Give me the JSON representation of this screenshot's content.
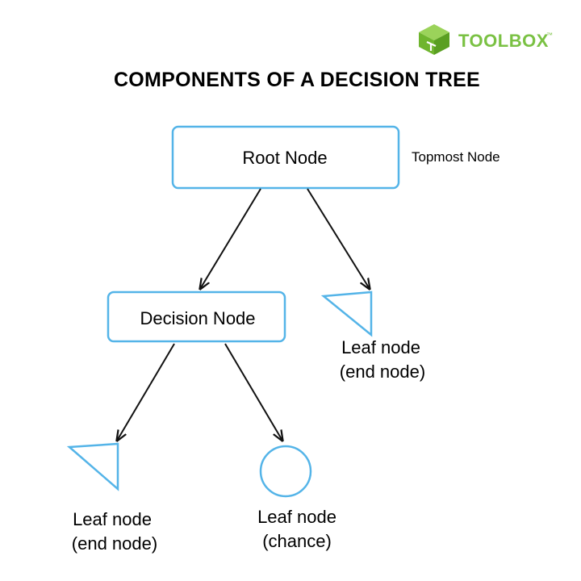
{
  "brand": {
    "name": "TOOLBOX",
    "trademark": "™",
    "color": "#7ac143"
  },
  "title": "COMPONENTS OF A DECISION TREE",
  "nodes": {
    "root": {
      "label": "Root Node",
      "annotation": "Topmost Node"
    },
    "decision": {
      "label": "Decision Node"
    },
    "leaf_right": {
      "line1": "Leaf node",
      "line2": "(end node)"
    },
    "leaf_left": {
      "line1": "Leaf node",
      "line2": "(end node)"
    },
    "leaf_chance": {
      "line1": "Leaf node",
      "line2": "(chance)"
    }
  },
  "colors": {
    "node_stroke": "#54b4e8",
    "arrow": "#111111",
    "text": "#111111"
  }
}
